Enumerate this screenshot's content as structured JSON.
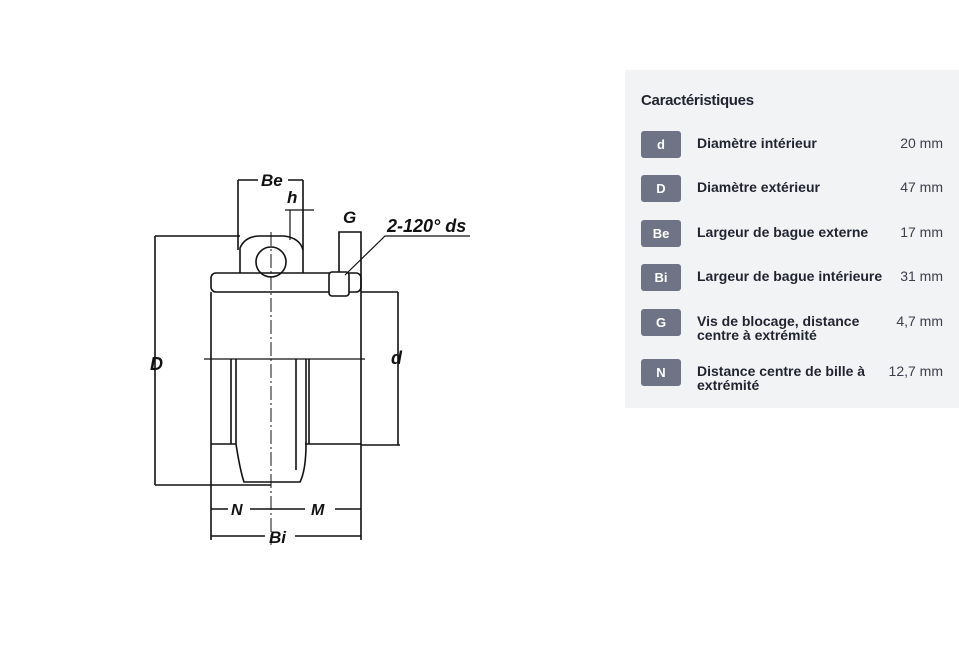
{
  "diagram": {
    "labels": {
      "Be": "Be",
      "h": "h",
      "G": "G",
      "ds": "2-120° ds",
      "D": "D",
      "d": "d",
      "N": "N",
      "M": "M",
      "Bi": "Bi"
    }
  },
  "panel": {
    "title": "Caractéristiques",
    "rows": [
      {
        "badge": "d",
        "label": "Diamètre intérieur",
        "value": "20 mm"
      },
      {
        "badge": "D",
        "label": "Diamètre extérieur",
        "value": "47 mm"
      },
      {
        "badge": "Be",
        "label": "Largeur de bague externe",
        "value": "17 mm"
      },
      {
        "badge": "Bi",
        "label": "Largeur de bague intérieure",
        "value": "31 mm"
      },
      {
        "badge": "G",
        "label": "Vis de blocage, distance centre à extrémité",
        "value": "4,7 mm"
      },
      {
        "badge": "N",
        "label": "Distance centre de bille à extrémité",
        "value": "12,7 mm"
      }
    ]
  }
}
